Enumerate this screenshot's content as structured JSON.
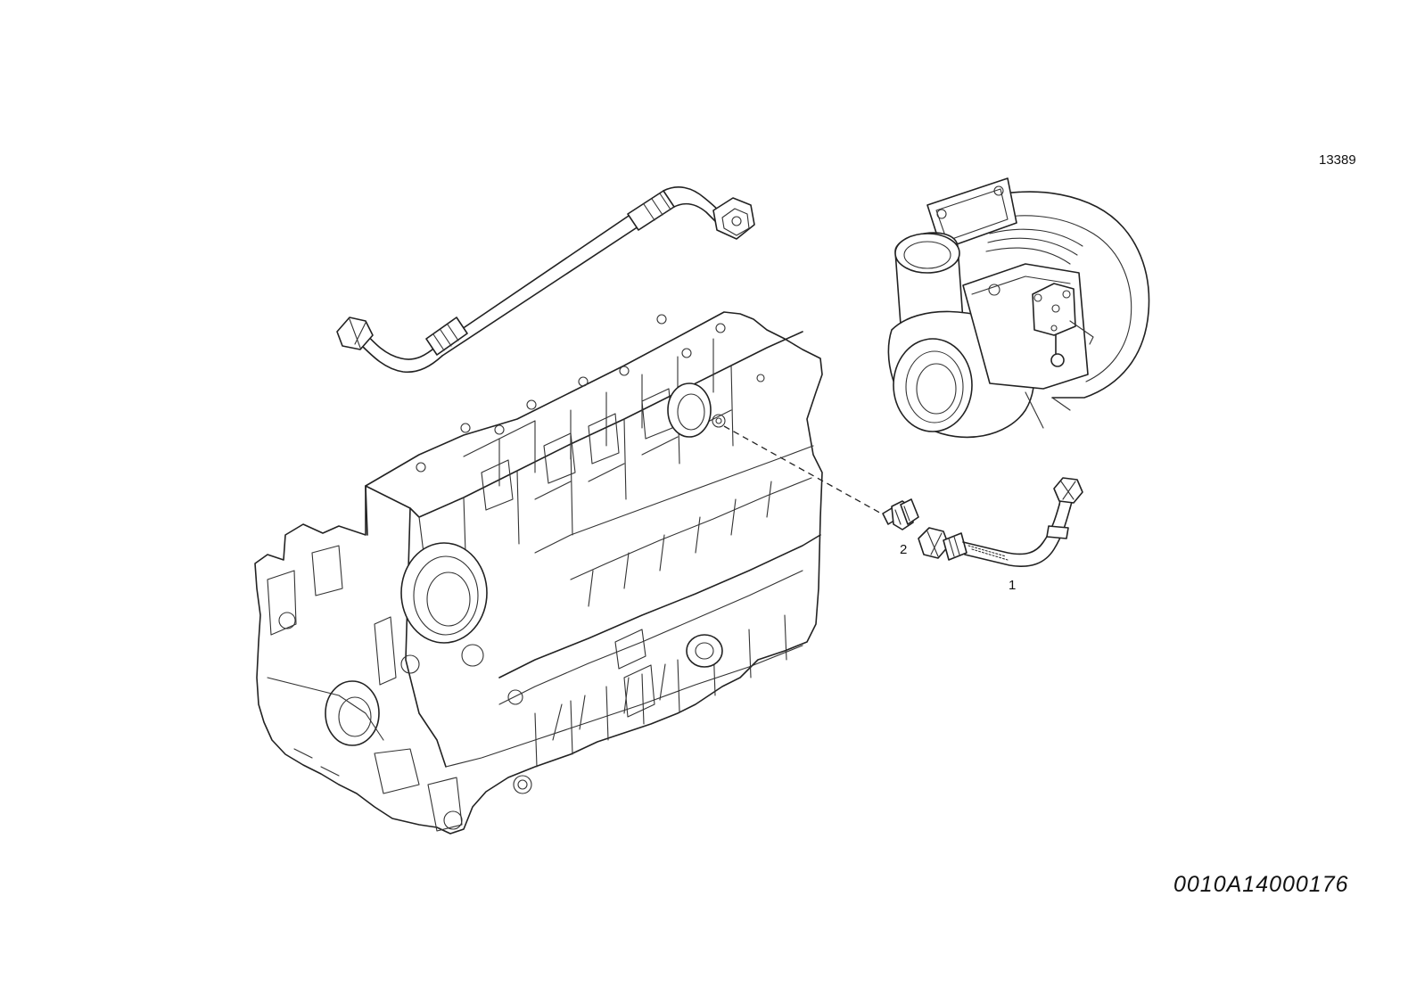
{
  "figure": {
    "reference_number": "13389",
    "drawing_code": "0010A14000176"
  },
  "callouts": [
    {
      "id": "1",
      "label": "1",
      "part": "oil-supply-pipe"
    },
    {
      "id": "2",
      "label": "2",
      "part": "union-fitting"
    }
  ],
  "colors": {
    "line": "#222222",
    "background": "#ffffff"
  }
}
